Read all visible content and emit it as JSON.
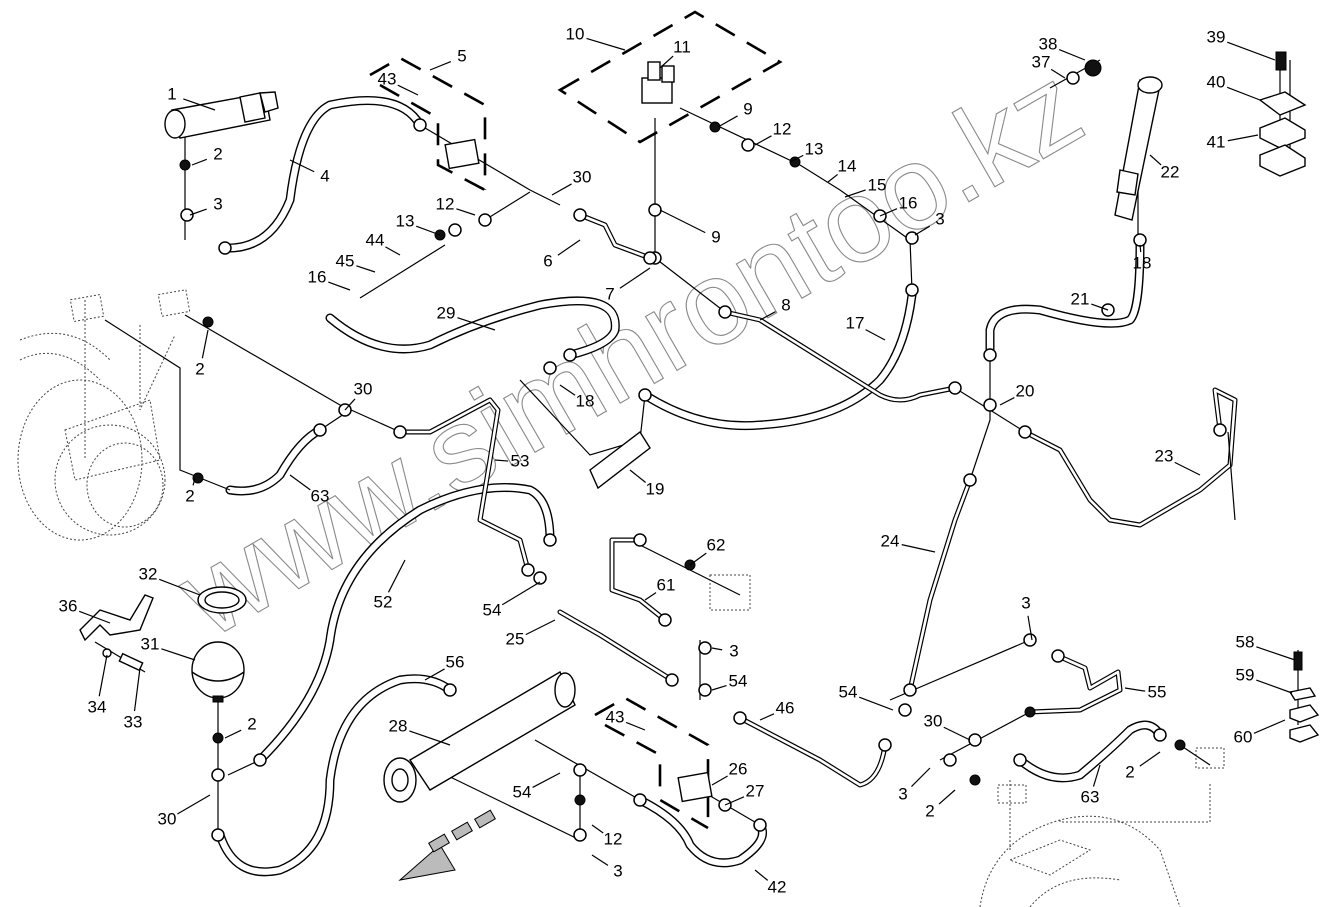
{
  "diagram": {
    "title": "Hydraulic brake / suspension lines exploded view",
    "watermark": "www.simhrontoo.kz",
    "callouts": [
      "1",
      "2",
      "3",
      "4",
      "5",
      "6",
      "7",
      "8",
      "9",
      "10",
      "11",
      "12",
      "13",
      "14",
      "15",
      "16",
      "17",
      "18",
      "19",
      "20",
      "21",
      "22",
      "23",
      "24",
      "25",
      "26",
      "27",
      "28",
      "29",
      "30",
      "31",
      "32",
      "33",
      "34",
      "36",
      "37",
      "38",
      "39",
      "40",
      "41",
      "42",
      "43",
      "44",
      "45",
      "46",
      "52",
      "53",
      "54",
      "55",
      "56",
      "58",
      "59",
      "60",
      "61",
      "62",
      "63"
    ],
    "labels": [
      {
        "id": "1",
        "text": "1"
      },
      {
        "id": "2a",
        "text": "2"
      },
      {
        "id": "3a",
        "text": "3"
      },
      {
        "id": "4",
        "text": "4"
      },
      {
        "id": "5",
        "text": "5"
      },
      {
        "id": "43a",
        "text": "43"
      },
      {
        "id": "10",
        "text": "10"
      },
      {
        "id": "11",
        "text": "11"
      },
      {
        "id": "9a",
        "text": "9"
      },
      {
        "id": "12a",
        "text": "12"
      },
      {
        "id": "13a",
        "text": "13"
      },
      {
        "id": "14",
        "text": "14"
      },
      {
        "id": "15",
        "text": "15"
      },
      {
        "id": "16a",
        "text": "16"
      },
      {
        "id": "3b",
        "text": "3"
      },
      {
        "id": "30a",
        "text": "30"
      },
      {
        "id": "9b",
        "text": "9"
      },
      {
        "id": "6",
        "text": "6"
      },
      {
        "id": "7",
        "text": "7"
      },
      {
        "id": "12b",
        "text": "12"
      },
      {
        "id": "13b",
        "text": "13"
      },
      {
        "id": "44",
        "text": "44"
      },
      {
        "id": "45",
        "text": "45"
      },
      {
        "id": "16b",
        "text": "16"
      },
      {
        "id": "29",
        "text": "29"
      },
      {
        "id": "8",
        "text": "8"
      },
      {
        "id": "17",
        "text": "17"
      },
      {
        "id": "18a",
        "text": "18"
      },
      {
        "id": "2b",
        "text": "2"
      },
      {
        "id": "30b",
        "text": "30"
      },
      {
        "id": "18b",
        "text": "18"
      },
      {
        "id": "19",
        "text": "19"
      },
      {
        "id": "53",
        "text": "53"
      },
      {
        "id": "63a",
        "text": "63"
      },
      {
        "id": "2c",
        "text": "2"
      },
      {
        "id": "20",
        "text": "20"
      },
      {
        "id": "21",
        "text": "21"
      },
      {
        "id": "22",
        "text": "22"
      },
      {
        "id": "37",
        "text": "37"
      },
      {
        "id": "38",
        "text": "38"
      },
      {
        "id": "39",
        "text": "39"
      },
      {
        "id": "40",
        "text": "40"
      },
      {
        "id": "41",
        "text": "41"
      },
      {
        "id": "23",
        "text": "23"
      },
      {
        "id": "24",
        "text": "24"
      },
      {
        "id": "62",
        "text": "62"
      },
      {
        "id": "61",
        "text": "61"
      },
      {
        "id": "3c",
        "text": "3"
      },
      {
        "id": "54a",
        "text": "54"
      },
      {
        "id": "25",
        "text": "25"
      },
      {
        "id": "52",
        "text": "52"
      },
      {
        "id": "32",
        "text": "32"
      },
      {
        "id": "36",
        "text": "36"
      },
      {
        "id": "31",
        "text": "31"
      },
      {
        "id": "34",
        "text": "34"
      },
      {
        "id": "33",
        "text": "33"
      },
      {
        "id": "2d",
        "text": "2"
      },
      {
        "id": "30c",
        "text": "30"
      },
      {
        "id": "56",
        "text": "56"
      },
      {
        "id": "28",
        "text": "28"
      },
      {
        "id": "54b",
        "text": "54"
      },
      {
        "id": "46",
        "text": "46"
      },
      {
        "id": "43b",
        "text": "43"
      },
      {
        "id": "26",
        "text": "26"
      },
      {
        "id": "27",
        "text": "27"
      },
      {
        "id": "54c",
        "text": "54"
      },
      {
        "id": "12c",
        "text": "12"
      },
      {
        "id": "3d",
        "text": "3"
      },
      {
        "id": "42",
        "text": "42"
      },
      {
        "id": "3e",
        "text": "3"
      },
      {
        "id": "55",
        "text": "55"
      },
      {
        "id": "54d",
        "text": "54"
      },
      {
        "id": "30d",
        "text": "30"
      },
      {
        "id": "3f",
        "text": "3"
      },
      {
        "id": "2e",
        "text": "2"
      },
      {
        "id": "63b",
        "text": "63"
      },
      {
        "id": "2f",
        "text": "2"
      },
      {
        "id": "58",
        "text": "58"
      },
      {
        "id": "59",
        "text": "59"
      },
      {
        "id": "60",
        "text": "60"
      }
    ]
  }
}
